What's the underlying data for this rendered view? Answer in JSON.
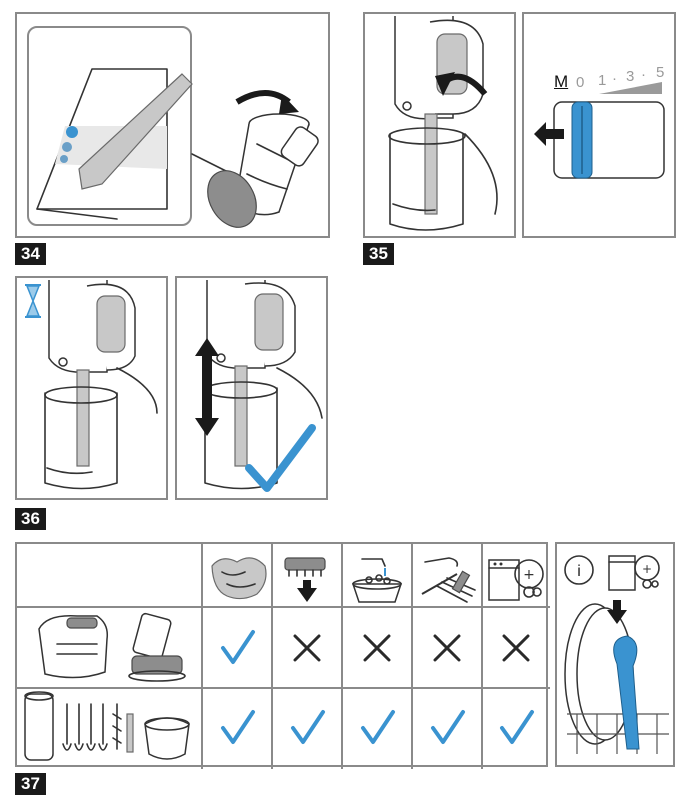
{
  "steps": {
    "s34": "34",
    "s35": "35",
    "s36": "36",
    "s37": "37"
  },
  "speed_scale": {
    "m": "M",
    "labels": [
      "0",
      "1",
      "·",
      "3",
      "·",
      "5"
    ]
  },
  "info_symbol": "i",
  "cleaning_table": {
    "columns": [
      "damp-cloth-icon",
      "brush-under-tap-icon",
      "water-bowl-icon",
      "brush-cleaning-icon",
      "dishwasher-icon"
    ],
    "rows": [
      {
        "item": "base-unit-and-stand-icon",
        "marks": [
          "check",
          "cross",
          "cross",
          "cross",
          "cross"
        ]
      },
      {
        "item": "accessories-icon",
        "marks": [
          "check",
          "check",
          "check",
          "check",
          "check"
        ]
      }
    ]
  },
  "colors": {
    "accent": "#3a93d0",
    "frame": "#8a8a8a"
  }
}
